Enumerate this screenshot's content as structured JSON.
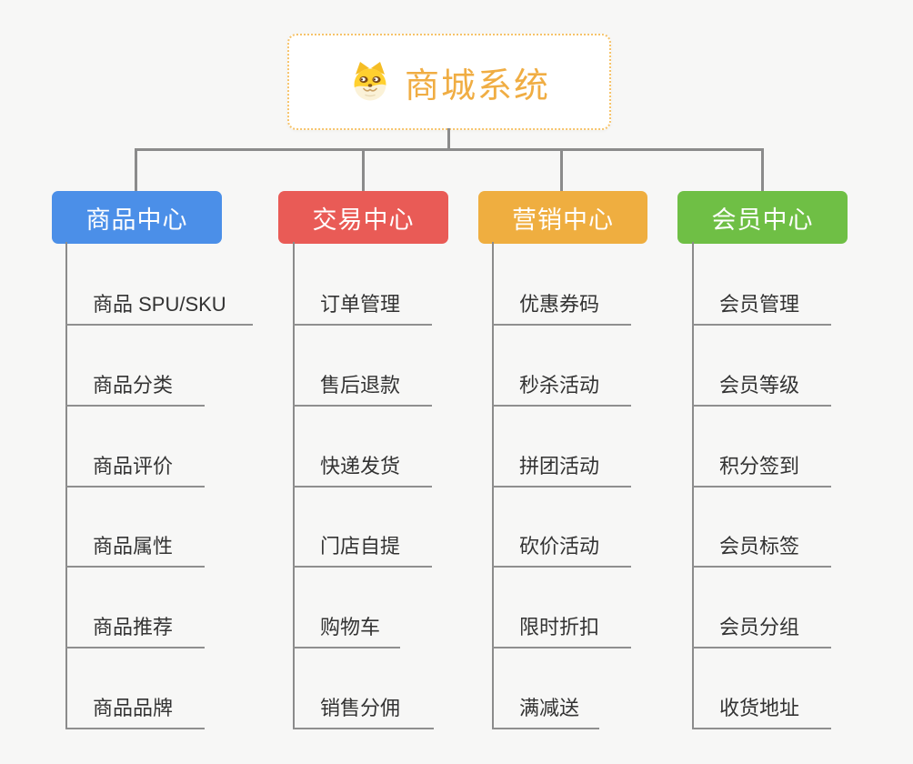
{
  "root": {
    "title": "商城系统",
    "icon": "dog-face-icon",
    "title_color": "#f0ad43",
    "border_color": "#f6c36a"
  },
  "connector_color": "#8b8b8b",
  "branches": [
    {
      "label": "商品中心",
      "color": "#4b8fe8",
      "items": [
        "商品 SPU/SKU",
        "商品分类",
        "商品评价",
        "商品属性",
        "商品推荐",
        "商品品牌"
      ]
    },
    {
      "label": "交易中心",
      "color": "#e95b56",
      "items": [
        "订单管理",
        "售后退款",
        "快递发货",
        "门店自提",
        "购物车",
        "销售分佣"
      ]
    },
    {
      "label": "营销中心",
      "color": "#efae40",
      "items": [
        "优惠券码",
        "秒杀活动",
        "拼团活动",
        "砍价活动",
        "限时折扣",
        "满减送"
      ]
    },
    {
      "label": "会员中心",
      "color": "#6fbf45",
      "items": [
        "会员管理",
        "会员等级",
        "积分签到",
        "会员标签",
        "会员分组",
        "收货地址"
      ]
    }
  ]
}
